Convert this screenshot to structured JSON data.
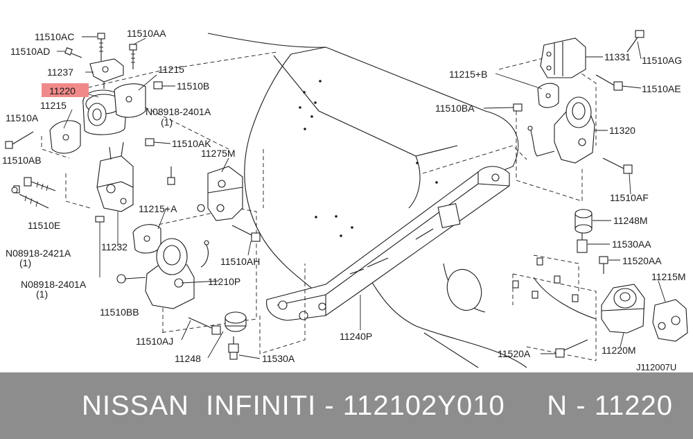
{
  "colors": {
    "highlight": "#f08a8a",
    "footer_bg": "#8d8d8d",
    "footer_text": "#ffffff",
    "ink": "#1a1a1a"
  },
  "labels": {
    "p11510AC": "11510AC",
    "p11510AA": "11510AA",
    "p11510AD": "11510AD",
    "p11237": "11237",
    "p11215_top": "11215",
    "p11220": "11220",
    "p11510B": "11510B",
    "p11215_left": "11215",
    "p08918_2401A_top": "N08918-2401A",
    "qty_top": "(1)",
    "p11510A": "11510A",
    "p11510AK": "11510AK",
    "p11275M": "11275M",
    "p11510AB": "11510AB",
    "p11510E": "11510E",
    "p11215A": "11215+A",
    "p11232": "11232",
    "p08918_2421A": "N08918-2421A",
    "qty_2421": "(1)",
    "p08918_2401A_bot": "N08918-2401A",
    "qty_bot": "(1)",
    "p11510AH": "11510AH",
    "p11210P": "11210P",
    "p11510BB": "11510BB",
    "p11510AJ": "11510AJ",
    "p11248_bot": "11248",
    "p11530A": "11530A",
    "p11240P": "11240P",
    "p11510AG": "11510AG",
    "p11331": "11331",
    "p11215B": "11215+B",
    "p11510AE": "11510AE",
    "p11510BA": "11510BA",
    "p11320": "11320",
    "p11510AF": "11510AF",
    "p11248M": "11248M",
    "p11530AA": "11530AA",
    "p11520AA": "11520AA",
    "p11215M": "11215M",
    "p11520A": "11520A",
    "p11220M": "11220M",
    "diagram_code": "J112007U"
  },
  "footer": {
    "text": "NISSAN  INFINITI - 112102Y010     N - 11220"
  }
}
